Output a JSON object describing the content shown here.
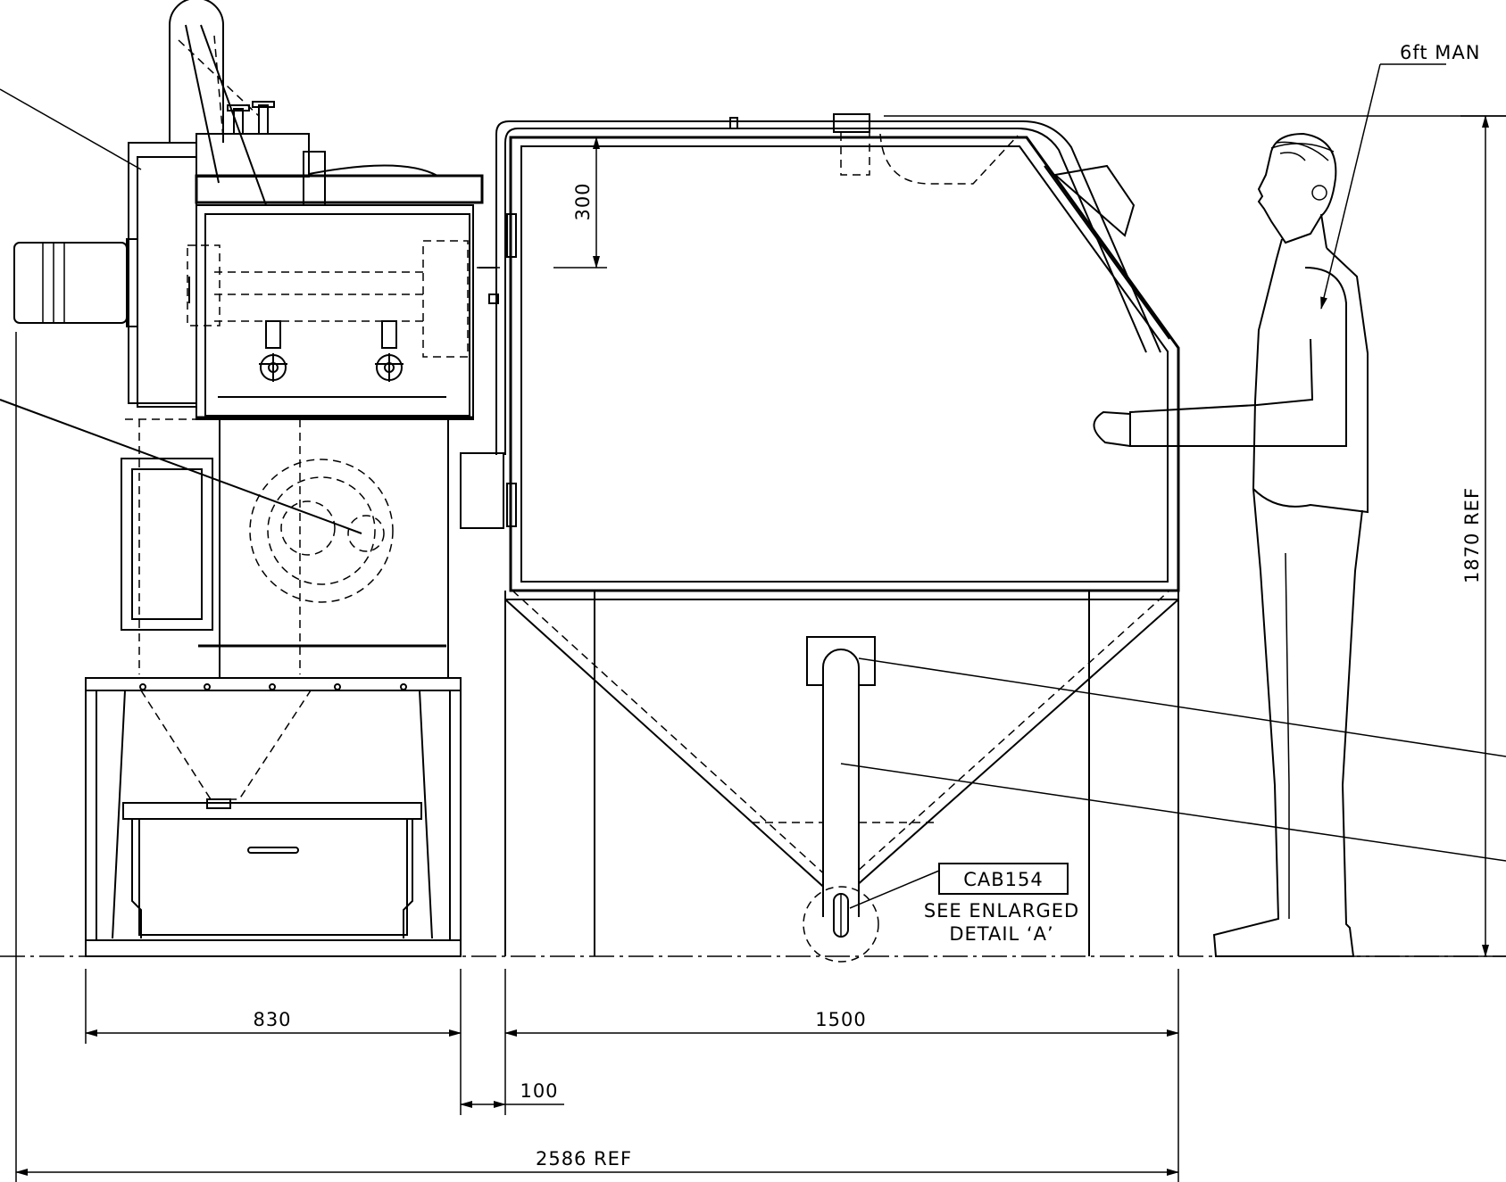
{
  "drawing": {
    "man_label": "6ft MAN",
    "part_label": "CAB154",
    "detail_note_line1": "SEE ENLARGED",
    "detail_note_line2": "DETAIL ‘A’",
    "dimensions": {
      "cabinet_clearance": "300",
      "overall_height": "1870 REF",
      "collector_width": "830",
      "cabinet_width": "1500",
      "gap": "100",
      "overall_length": "2586 REF"
    }
  }
}
